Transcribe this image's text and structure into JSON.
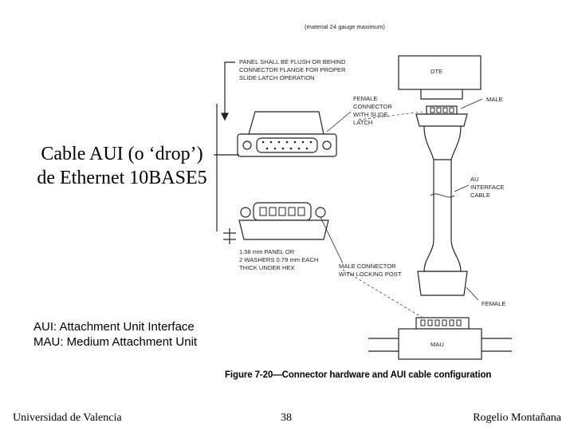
{
  "slide": {
    "title_line1": "Cable AUI (o ‘drop’)",
    "title_line2": "de Ethernet 10BASE5",
    "glossary_line1": "AUI: Attachment Unit Interface",
    "glossary_line2": "MAU: Medium Attachment Unit",
    "footer_left": "Universidad de Valencia",
    "footer_center": "38",
    "footer_right": "Rogelio Montañana"
  },
  "figure": {
    "caption": "Figure 7-20—Connector hardware and AUI cable configuration",
    "labels": {
      "material_note": "(material 24 gauge maximum)",
      "panel_note_1": "PANEL SHALL BE FLUSH OR BEHIND",
      "panel_note_2": "CONNECTOR FLANGE FOR PROPER",
      "panel_note_3": "SLIDE LATCH OPERATION",
      "dte": "DTE",
      "male_top": "MALE",
      "female_conn_1": "FEMALE",
      "female_conn_2": "CONNECTOR",
      "female_conn_3": "WITH SLIDE",
      "female_conn_4": "LATCH",
      "aui_cable_1": "AU",
      "aui_cable_2": "INTERFACE",
      "aui_cable_3": "CABLE",
      "panel_spec_1": "1.58 mm PANEL OR",
      "panel_spec_2": "2 WASHERS 0.79 mm EACH",
      "panel_spec_3": "THICK UNDER HEX",
      "male_conn_1": "MALE CONNECTOR",
      "male_conn_2": "WITH LOCKING POST",
      "female_bottom": "FEMALE",
      "mau": "MAU"
    }
  }
}
